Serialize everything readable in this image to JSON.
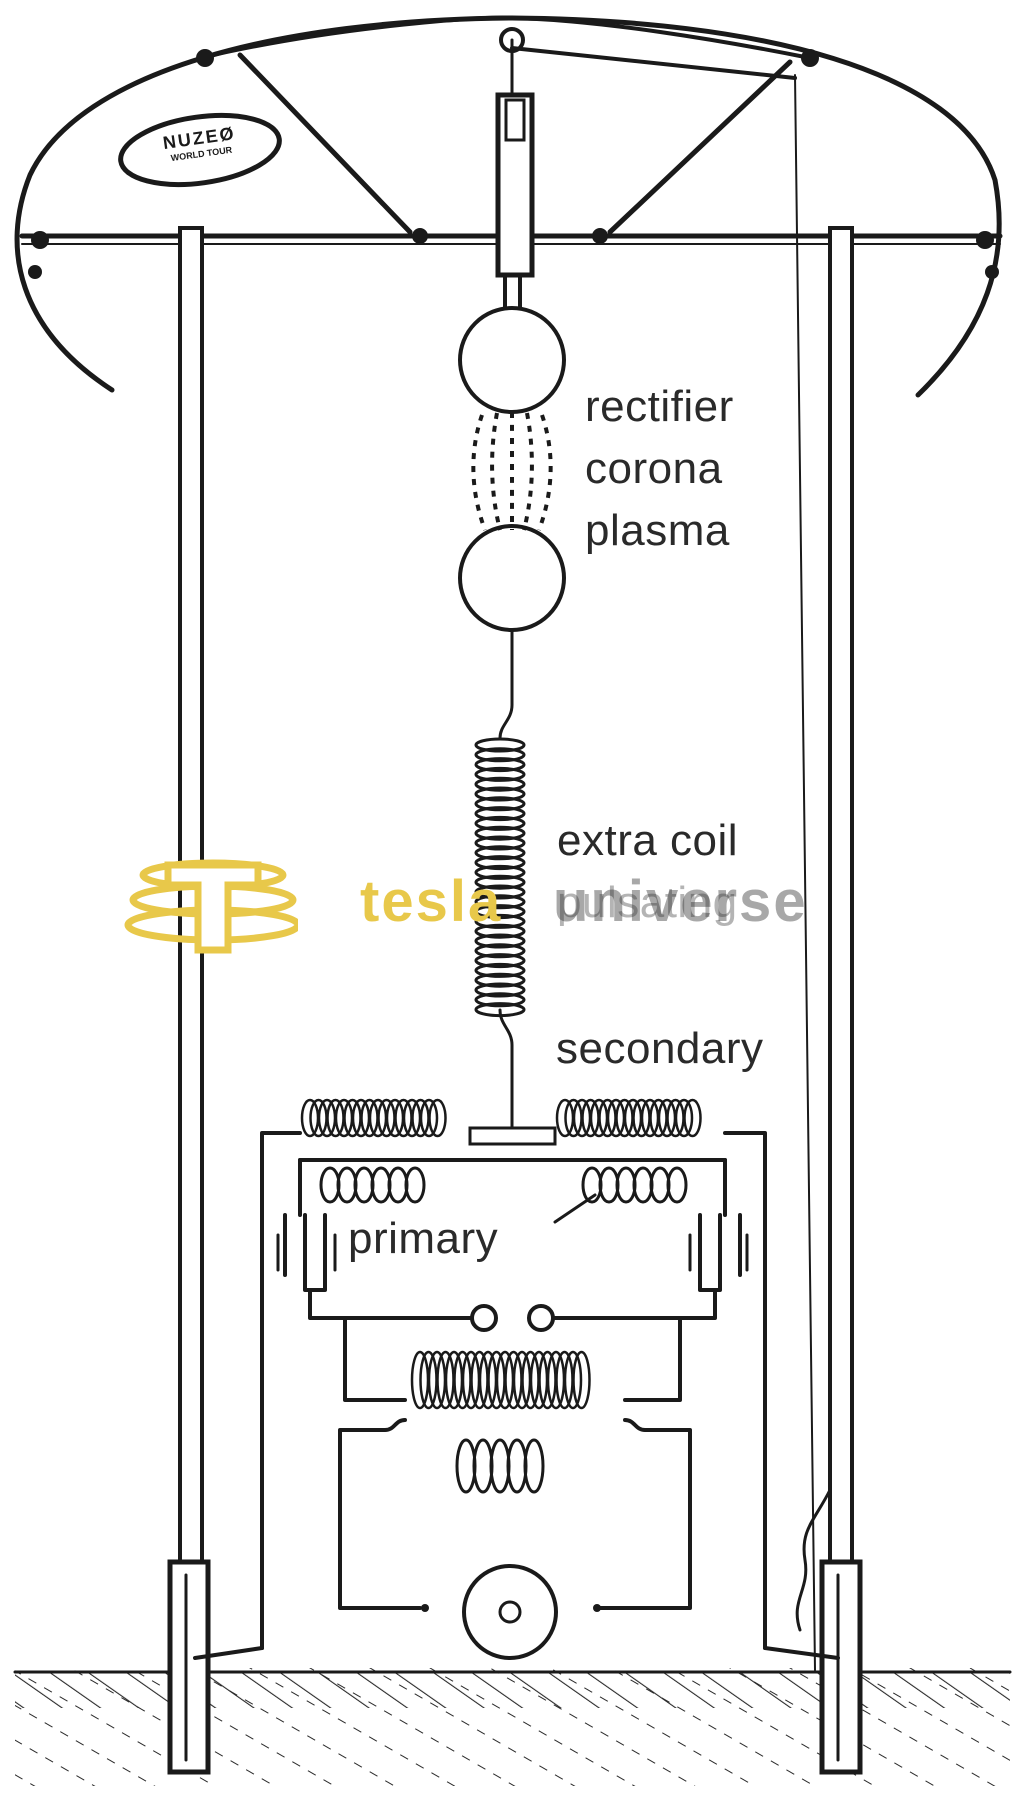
{
  "labels": {
    "rectifier_lines": [
      "rectifier",
      "corona",
      "plasma"
    ],
    "extra_coil": "extra coil",
    "pulsating": "pulsating",
    "secondary": "secondary",
    "primary": "primary"
  },
  "badge": {
    "text": "NUZEØ",
    "subtext": "WORLD TOUR"
  },
  "watermark": {
    "part1": "tesla",
    "part2": "universe",
    "color_gold": "#e8c84a",
    "color_gray": "#a8a8a8"
  },
  "colors": {
    "ink": "#1a1a1a",
    "background": "#ffffff"
  }
}
